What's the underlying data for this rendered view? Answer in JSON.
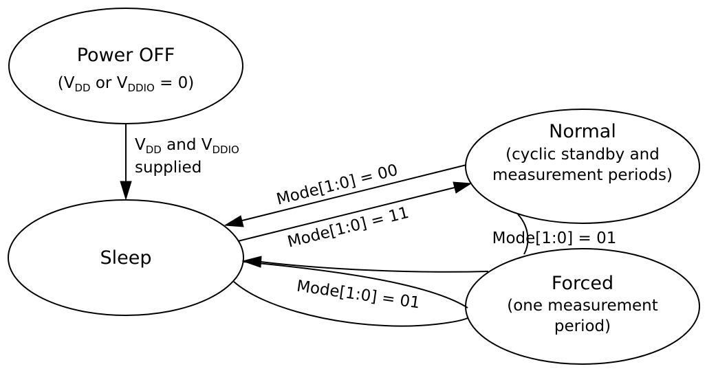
{
  "states": {
    "power_off": {
      "title": "Power OFF",
      "detail": {
        "open": "(V",
        "sub1": "DD",
        "mid": " or V",
        "sub2": "DDIO",
        "close": " = 0)"
      }
    },
    "sleep": {
      "title": "Sleep"
    },
    "normal": {
      "title": "Normal",
      "line1": "(cyclic standby and",
      "line2": "measurement periods)"
    },
    "forced": {
      "title": "Forced",
      "line1": "(one measurement",
      "line2": "period)"
    }
  },
  "transitions": {
    "power_to_sleep": {
      "v1": "V",
      "sub1": "DD",
      "mid": " and V",
      "sub2": "DDIO",
      "line2": "supplied"
    },
    "normal_to_sleep": "Mode[1:0] = 00",
    "sleep_to_normal": "Mode[1:0] = 11",
    "sleep_forced_loop": "Mode[1:0] = 01",
    "normal_to_forced": "Mode[1:0] = 01"
  }
}
